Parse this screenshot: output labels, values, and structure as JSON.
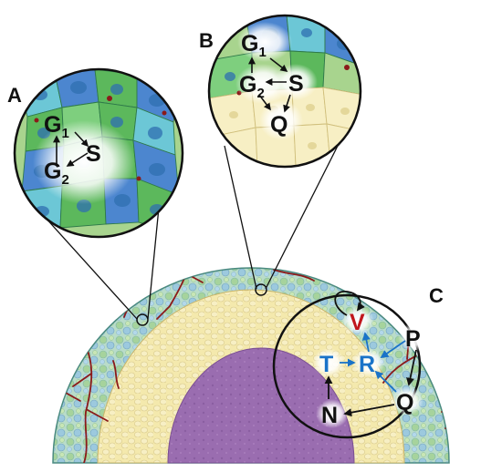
{
  "panels": {
    "A": {
      "letter": "A",
      "nodes": {
        "g1": "G",
        "g1_sub": "1",
        "s": "S",
        "g2": "G",
        "g2_sub": "2"
      }
    },
    "B": {
      "letter": "B",
      "nodes": {
        "g1": "G",
        "g1_sub": "1",
        "g2": "G",
        "g2_sub": "2",
        "s": "S",
        "q": "Q"
      }
    },
    "C": {
      "letter": "C",
      "nodes": {
        "v": "V",
        "t": "T",
        "r": "R",
        "p": "P",
        "q": "Q",
        "n": "N"
      }
    }
  },
  "colors": {
    "proliferating_rim": "#b7dcc8",
    "quiescent_layer": "#f3e7a6",
    "necrotic_core": "#9b6fb0",
    "vessels": "#8b1a1a",
    "blue_cells": "#3f74c2",
    "green_cells": "#5cb85c",
    "cyan_cells": "#6cc7d6",
    "label_red": "#c0171d",
    "label_blue": "#1a73c8",
    "label_black": "#111111"
  }
}
